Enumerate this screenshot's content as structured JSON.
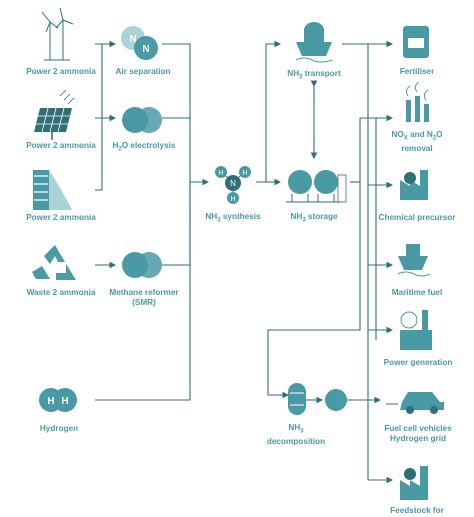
{
  "colors": {
    "accent": "#4a9aa5",
    "dark": "#2f6f78",
    "light": "#a9d3d8",
    "line": "#2f6f78"
  },
  "sources": {
    "power_wind": "Power 2 ammonia",
    "power_solar": "Power 2 ammonia",
    "power_hydro": "Power 2 ammonia",
    "waste": "Waste 2 ammonia",
    "hydrogen": "Hydrogen"
  },
  "processes": {
    "air_separation": "Air separation",
    "h2o_electrolysis_pre": "H",
    "h2o_electrolysis_sub": "2",
    "h2o_electrolysis_post": "O electrolysis",
    "methane_reformer_1": "Methane reformer",
    "methane_reformer_2": "(SMR)",
    "nh3_synthesis_pre": "NH",
    "nh3_synthesis_sub": "3",
    "nh3_synthesis_post": " synthesis",
    "nh3_transport_pre": "NH",
    "nh3_transport_sub": "3",
    "nh3_transport_post": " transport",
    "nh3_storage_pre": "NH",
    "nh3_storage_sub": "3",
    "nh3_storage_post": " storage",
    "nh3_decomposition_l1_pre": "NH",
    "nh3_decomposition_l1_sub": "3",
    "nh3_decomposition_l2": "decomposition"
  },
  "molecules": {
    "n_left": "N",
    "n_right": "N",
    "h_left": "H",
    "h_right": "H",
    "nh3_top_left": "H",
    "nh3_top_right": "H",
    "nh3_center": "N",
    "nh3_bottom": "H"
  },
  "applications": {
    "fertiliser": "Fertiliser",
    "nox_l1_a": "NO",
    "nox_l1_b": "X",
    "nox_l1_c": " and N",
    "nox_l1_d": "2",
    "nox_l1_e": "O",
    "nox_l2": "removal",
    "chemical_precursor": "Chemical precursor",
    "maritime_fuel": "Maritime fuel",
    "power_generation": "Power generation",
    "fuel_cell_l1": "Fuel cell vehicles",
    "fuel_cell_l2": "Hydrogen grid",
    "feedstock": "Feedstock for"
  },
  "icons": [
    "wind-turbine-icon",
    "solar-panel-icon",
    "hydro-dam-icon",
    "recycle-icon",
    "n2-molecule-icon",
    "h2o-molecule-icon",
    "methane-reformer-icon",
    "h2-molecule-icon",
    "nh3-molecule-icon",
    "ship-icon",
    "storage-tanks-icon",
    "decomposition-vessel-icon",
    "fertiliser-bag-icon",
    "chimney-icon",
    "factory-leaf-icon",
    "maritime-ship-icon",
    "power-plant-icon",
    "car-icon",
    "feedstock-factory-icon"
  ]
}
